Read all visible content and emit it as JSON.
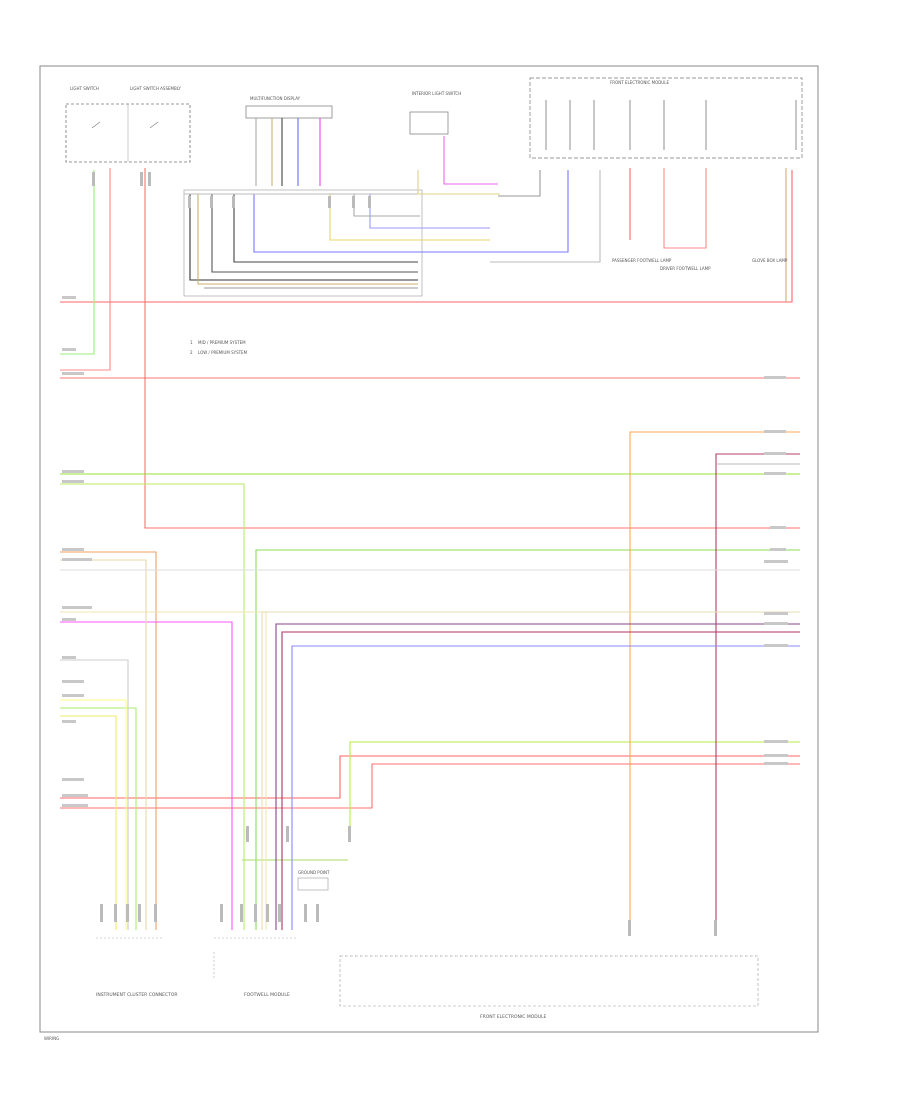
{
  "diagram": {
    "legend_items": [
      {
        "marker": "1",
        "text": "MID / PREMIUM SYSTEM"
      },
      {
        "marker": "2",
        "text": "LOW / PREMIUM SYSTEM"
      }
    ],
    "components": [
      {
        "id": "top-left-switch-a",
        "label": "LIGHT SWITCH"
      },
      {
        "id": "top-left-switch-b",
        "label": "LIGHT SWITCH ASSEMBLY"
      },
      {
        "id": "top-center-connector",
        "label": "MULTIFUNCTION DISPLAY"
      },
      {
        "id": "top-mid-module",
        "label": "INTERIOR LIGHT SWITCH"
      },
      {
        "id": "top-right-module",
        "label": "FRONT ELECTRONIC MODULE"
      },
      {
        "id": "mid-right-1",
        "label": "PASSENGER FOOTWELL LAMP"
      },
      {
        "id": "mid-right-2",
        "label": "DRIVER FOOTWELL LAMP"
      },
      {
        "id": "mid-right-3",
        "label": "GLOVE BOX LAMP"
      },
      {
        "id": "bottom-left",
        "label": "INSTRUMENT CLUSTER CONNECTOR"
      },
      {
        "id": "bottom-center",
        "label": "FOOTWELL MODULE"
      },
      {
        "id": "bottom-center-small",
        "label": "GROUND POINT"
      },
      {
        "id": "bottom-right",
        "label": "FRONT ELECTRONIC MODULE"
      }
    ],
    "page_footer": "WIRING"
  }
}
